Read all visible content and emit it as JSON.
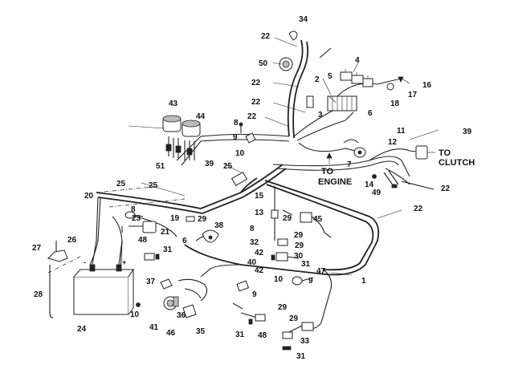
{
  "diagram": {
    "callouts": [
      "34",
      "22",
      "50",
      "4",
      "5",
      "16",
      "2",
      "17",
      "18",
      "22",
      "22",
      "43",
      "44",
      "3",
      "6",
      "22",
      "8",
      "11",
      "39",
      "9",
      "12",
      "10",
      "7",
      "51",
      "39",
      "25",
      "14",
      "49",
      "22",
      "25",
      "25",
      "15",
      "20",
      "8",
      "23",
      "19",
      "29",
      "38",
      "13",
      "45",
      "22",
      "21",
      "6",
      "8",
      "29",
      "29",
      "26",
      "27",
      "48",
      "31",
      "32",
      "29",
      "28",
      "42",
      "30",
      "40",
      "31",
      "1",
      "37",
      "42",
      "10",
      "47",
      "9",
      "36",
      "9",
      "10",
      "24",
      "41",
      "46",
      "35",
      "29",
      "31",
      "48",
      "29",
      "33",
      "31"
    ],
    "labels": {
      "to_engine_1": "TO",
      "to_engine_2": "ENGINE",
      "to_clutch_1": "TO",
      "to_clutch_2": "CLUTCH"
    }
  }
}
